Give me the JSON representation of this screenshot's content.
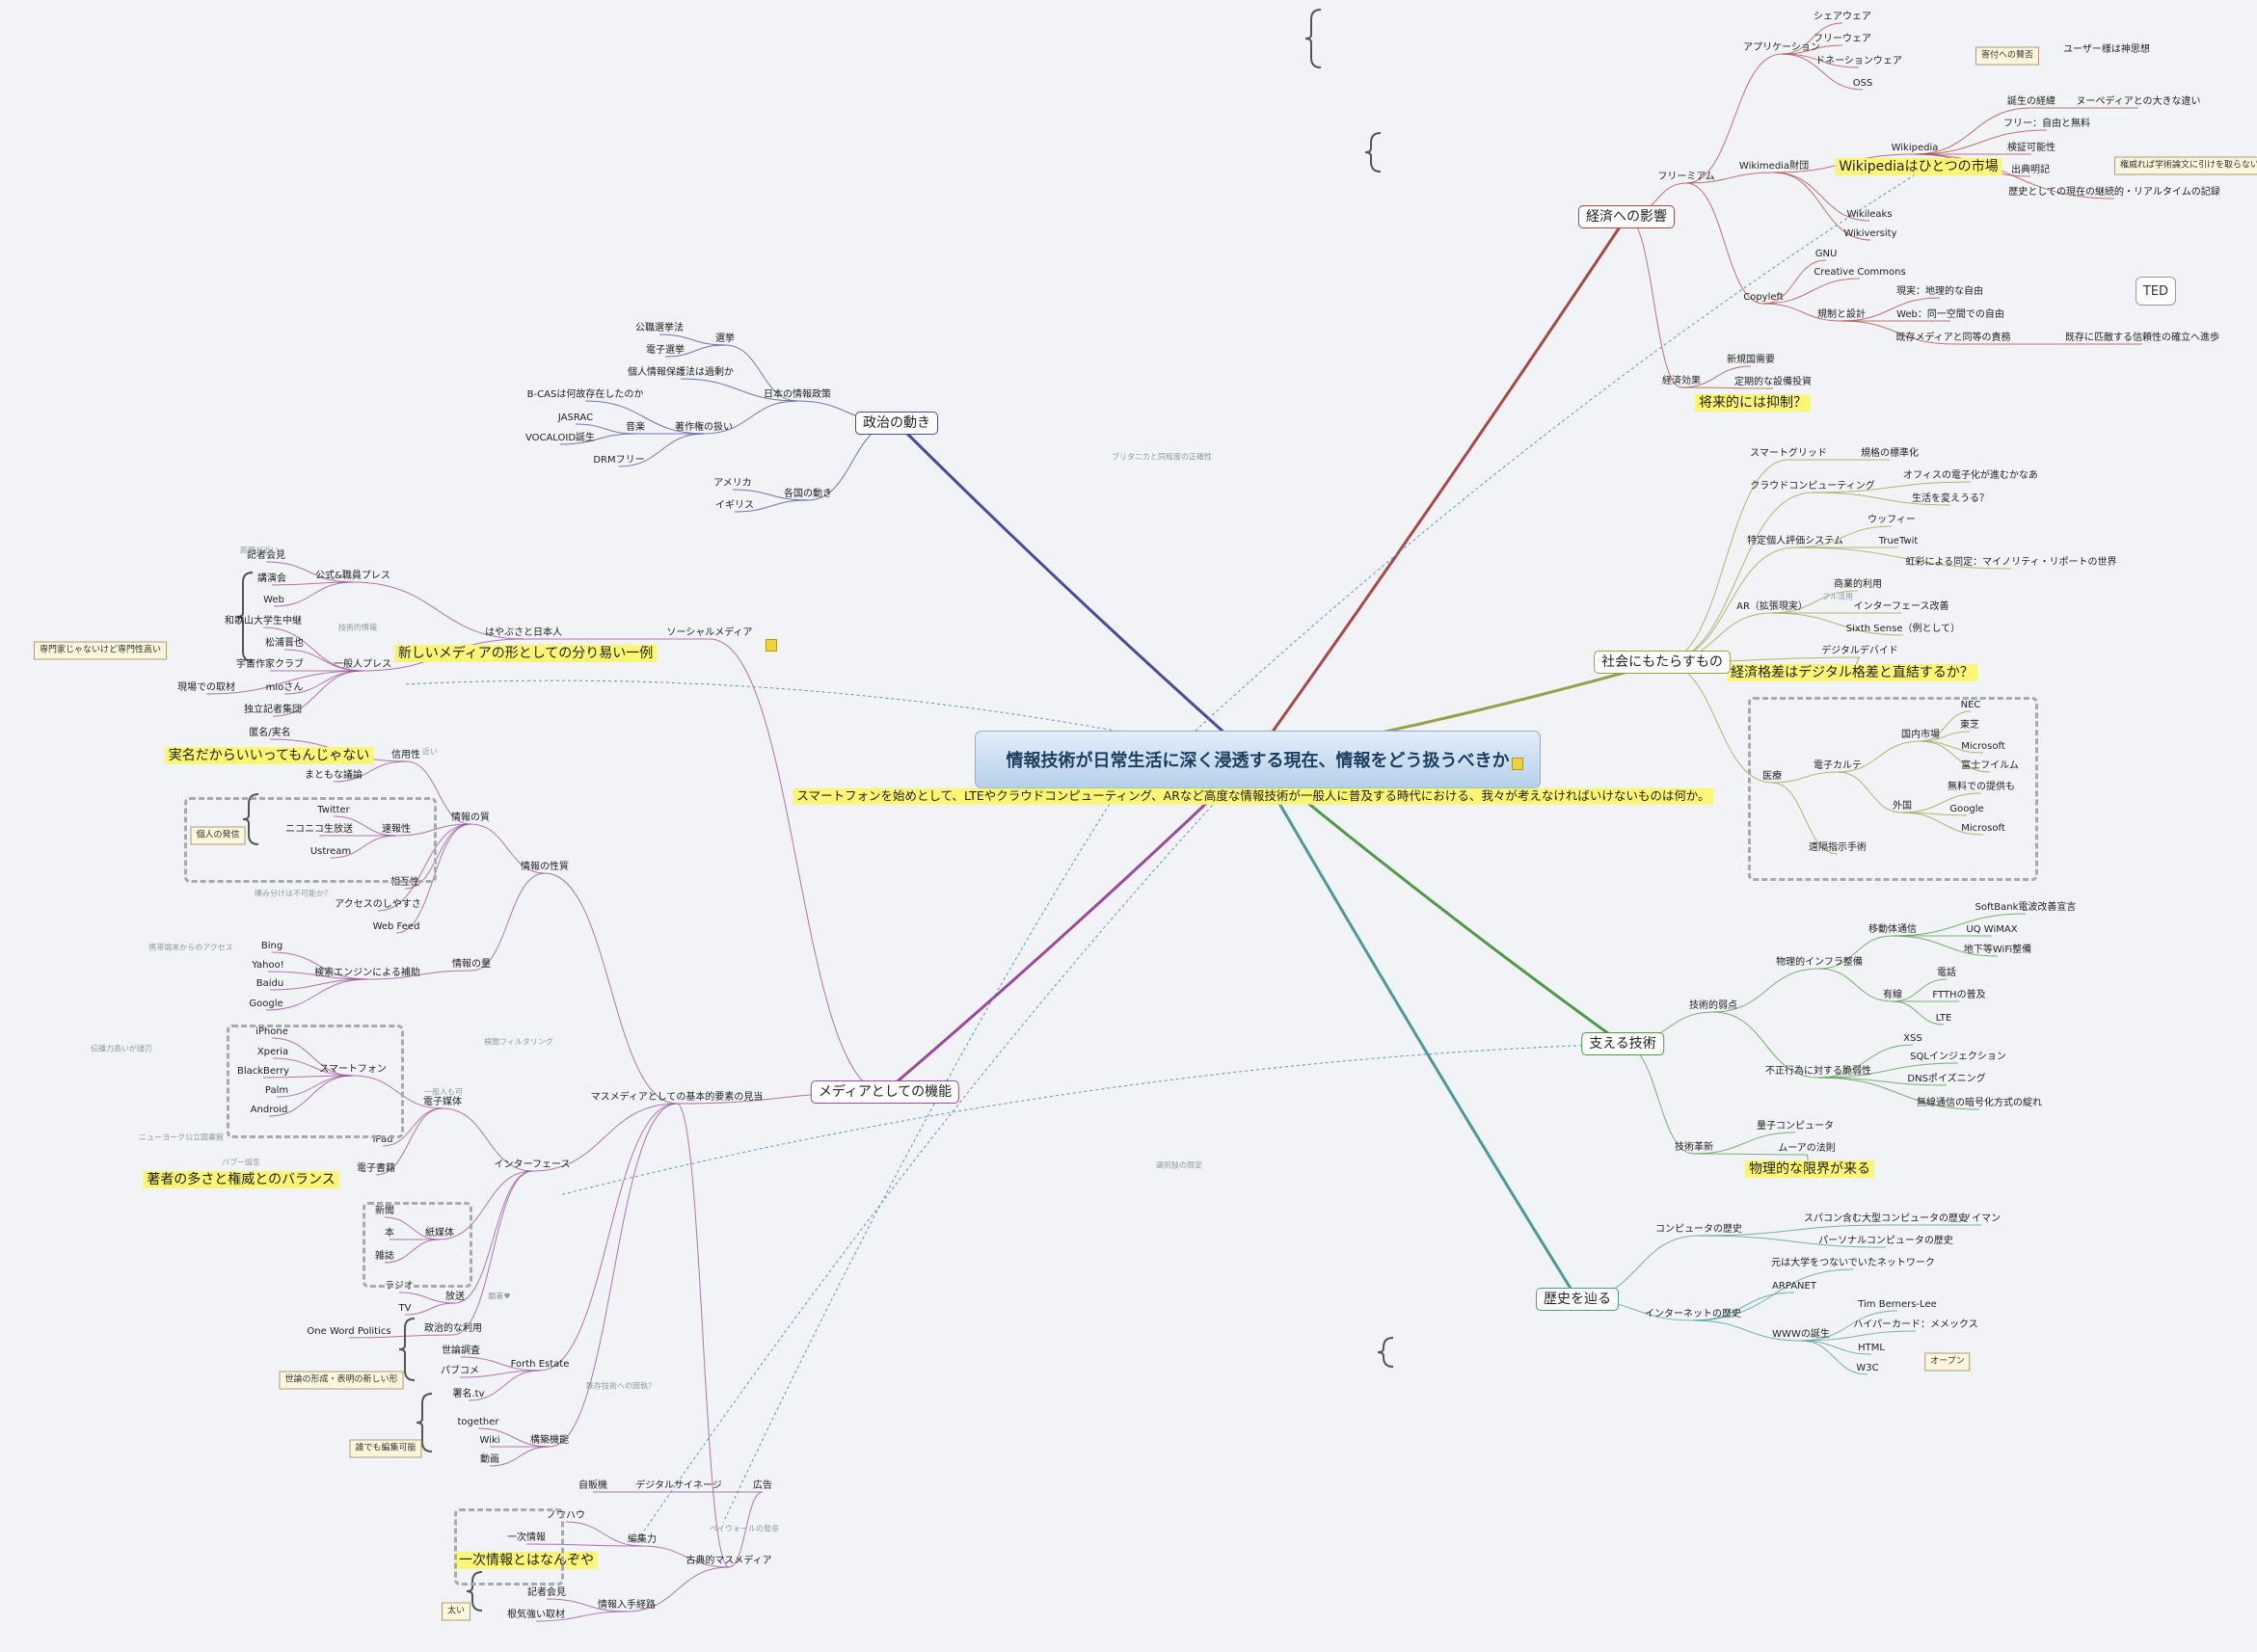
{
  "root": "情報技術が日常生活に深く浸透する現在、情報をどう扱うべきか",
  "subtitle": "スマートフォンを始めとして、LTEやクラウドコンピューティング、ARなど高度な情報技術が一般人に普及する時代における、我々が考えなければいけないものは何か。",
  "ted": "TED",
  "branches": {
    "politics": "政治の動き",
    "economy": "経済への影響",
    "society": "社会にもたらすもの",
    "tech": "支える技術",
    "history": "歴史を辿る",
    "media": "メディアとしての機能"
  },
  "notes": {
    "donation": "寄付への賛否",
    "academic": "権威れば学術論文に引けを取らない",
    "specialist": "専門家じゃないけど専門性高い",
    "personal": "個人の発信",
    "opinion": "世論の形成・表明の新しい形",
    "editable": "誰でも編集可能",
    "fat": "太い",
    "open": "オープン"
  },
  "colors": {
    "politics": "#4a4a9a",
    "economy": "#a84848",
    "society": "#9aa048",
    "tech": "#4c9a48",
    "history": "#4a9a9a",
    "media": "#9a4a9a"
  },
  "n": {
    "a1": "シェアウェア",
    "a2": "フリーウェア",
    "a3": "ドネーションウェア",
    "a4": "OSS",
    "a5": "ユーザー様は神思想",
    "a6": "アプリケーション",
    "b1": "誕生の経緯",
    "b2": "ヌーペディアとの大きな違い",
    "b3": "フリー：自由と無料",
    "b4": "検証可能性",
    "b5": "出典明記",
    "b6": "歴史としての現在の継続的・リアルタイムの記録",
    "b7": "Wikipedia",
    "b8": "Wikipediaはひとつの市場",
    "b9": "Wikimedia財団",
    "b10": "Wikileaks",
    "b11": "Wikiversity",
    "c1": "GNU",
    "c2": "Creative Commons",
    "c3": "Copyleft",
    "c4": "現実：地理的な自由",
    "c5": "Web：同一空間での自由",
    "c6": "既存メディアと同等の責務",
    "c7": "既存に匹敵する信頼性の確立へ進歩",
    "c8": "規制と設計",
    "c9": "フリーミアム",
    "d1": "新規国需要",
    "d2": "定期的な設備投資",
    "d3": "経済効果",
    "d4": "将来的には抑制？",
    "e1": "公職選挙法",
    "e2": "電子選挙",
    "e3": "選挙",
    "e4": "個人情報保護法は過剰か",
    "e5": "日本の情報政策",
    "e6": "B-CASは何故存在したのか",
    "e7": "JASRAC",
    "e8": "VOCALOID誕生",
    "e9": "音楽",
    "e10": "著作権の扱い",
    "e11": "DRMフリー",
    "e12": "アメリカ",
    "e13": "イギリス",
    "e14": "各国の動き",
    "f1": "スマートグリッド",
    "f2": "規格の標準化",
    "f3": "クラウドコンピューティング",
    "f4": "オフィスの電子化が進むかなあ",
    "f5": "生活を変えうる？",
    "f6": "特定個人評価システム",
    "f7": "ウッフィー",
    "f8": "TrueTwit",
    "f9": "虹彩による同定：マイノリティ・リポートの世界",
    "f10": "AR（拡張現実）",
    "f11": "商業的利用",
    "f12": "インターフェース改善",
    "f13": "Sixth Sense（例として）",
    "f14": "デジタルデバイド",
    "f15": "経済格差はデジタル格差と直結するか？",
    "g1": "医療",
    "g2": "電子カルテ",
    "g3": "国内市場",
    "g4": "NEC",
    "g5": "東芝",
    "g6": "Microsoft",
    "g7": "富士フイルム",
    "g8": "外国",
    "g9": "無料での提供も",
    "g10": "Google",
    "g11": "Microsoft",
    "g12": "遠隔指示手術",
    "h1": "SoftBank電波改善宣言",
    "h2": "UQ WiMAX",
    "h3": "地下等WiFi整備",
    "h4": "移動体通信",
    "h5": "電話",
    "h6": "FTTHの普及",
    "h7": "LTE",
    "h8": "有線",
    "h9": "物理的インフラ整備",
    "h10": "技術的弱点",
    "h11": "XSS",
    "h12": "SQLインジェクション",
    "h13": "DNSポイズニング",
    "h14": "無線通信の暗号化方式の綻れ",
    "h15": "不正行為に対する脆弱性",
    "h16": "量子コンピュータ",
    "h17": "ムーアの法則",
    "h18": "物理的な限界が来る",
    "h19": "技術革新",
    "i1": "スパコン含む大型コンピュータの歴史",
    "i2": "ノイマン",
    "i3": "パーソナルコンピュータの歴史",
    "i4": "コンピュータの歴史",
    "i5": "元は大学をつないでいたネットワーク",
    "i6": "ARPANET",
    "i7": "インターネットの歴史",
    "i8": "Tim Berners-Lee",
    "i9": "ハイパーカード：メメックス",
    "i10": "HTML",
    "i11": "W3C",
    "i12": "WWWの誕生",
    "j1": "記者会見",
    "j2": "講演会",
    "j3": "Web",
    "j4": "公式&職員プレス",
    "j5": "和歌山大学生中継",
    "j6": "松浦晋也",
    "j7": "宇宙作家クラブ",
    "j8": "mioさん",
    "j9": "一般人プレス",
    "j10": "現場での取材",
    "j11": "独立記者集団",
    "j12": "はやぶさと日本人",
    "j13": "ソーシャルメディア",
    "j14": "新しいメディアの形としての分り易い一例",
    "j15": "匿名/実名",
    "j16": "実名だからいいってもんじゃない",
    "j17": "まともな議論",
    "j18": "信用性",
    "j19": "Twitter",
    "j20": "ニコニコ生放送",
    "j21": "Ustream",
    "j22": "速報性",
    "j23": "相互性",
    "j24": "アクセスのしやすさ",
    "j25": "Web Feed",
    "j26": "情報の質",
    "j27": "情報の性質",
    "j28": "Bing",
    "j29": "Yahoo!",
    "j30": "Baidu",
    "j31": "Google",
    "j32": "検索エンジンによる補助",
    "j33": "情報の量",
    "j34": "iPhone",
    "j35": "Xperia",
    "j36": "BlackBerry",
    "j37": "Palm",
    "j38": "Android",
    "j39": "スマートフォン",
    "j40": "電子媒体",
    "j41": "iPad",
    "j42": "電子書籍",
    "j43": "著者の多さと権威とのバランス",
    "j44": "マスメディアとしての基本的要素の見当",
    "j45": "インターフェース",
    "j46": "新聞",
    "j47": "本",
    "j48": "雑誌",
    "j49": "紙媒体",
    "j50": "ラジオ",
    "j51": "TV",
    "j52": "放送",
    "j53": "One Word Politics",
    "j54": "政治的な利用",
    "j55": "世論調査",
    "j56": "パブコメ",
    "j57": "署名.tv",
    "j58": "Forth Estate",
    "j59": "together",
    "j60": "Wiki",
    "j61": "動画",
    "j62": "構築機能",
    "j63": "自販機",
    "j64": "デジタルサイネージ",
    "j65": "広告",
    "j66": "ノウハウ",
    "j67": "一次情報",
    "j68": "一次情報とはなんぞや",
    "j69": "編集力",
    "j70": "古典的マスメディア",
    "j71": "記者会見",
    "j72": "根気強い取材",
    "j73": "情報入手経路"
  },
  "t": {
    "r1": "ブリタニカと同程度の正確性",
    "r2": "選択肢の限定",
    "r3": "距離が近い",
    "r4": "技術的情報",
    "r5": "棲み分けは不可能か？",
    "r6": "携帯端末からのアクセス",
    "r7": "伝播力高いが諸刃",
    "r8": "ニューヨーク公立図書館",
    "r9": "バブー誕生",
    "r10": "一般人も可",
    "r11": "検閲フィルタリング",
    "r12": "既存技術への固執？",
    "r13": "ペイウォールの是非",
    "r14": "フル活用",
    "r15": "近い",
    "r16": "顕著♥"
  }
}
